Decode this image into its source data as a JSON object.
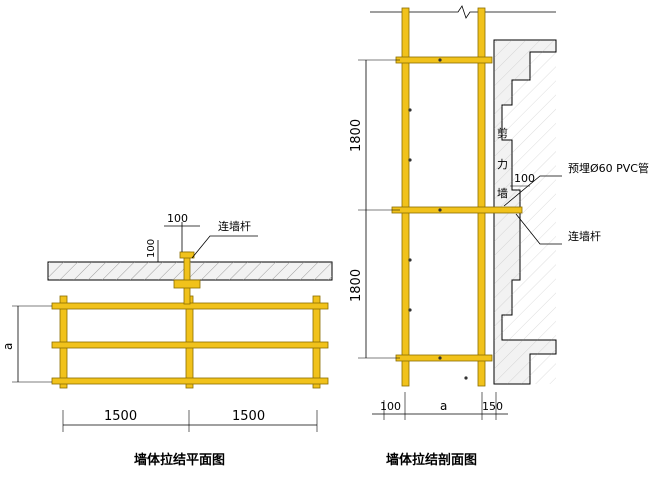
{
  "plan": {
    "title": "墙体拉结平面图",
    "label_tie": "连墙杆",
    "dim_100_top": "100",
    "dim_100_side": "100",
    "dim_a": "a",
    "dim_1500_left": "1500",
    "dim_1500_right": "1500"
  },
  "section": {
    "title": "墙体拉结剖面图",
    "dim_1800_upper": "1800",
    "dim_1800_lower": "1800",
    "wall_char_1": "剪",
    "wall_char_2": "力",
    "wall_char_3": "墙",
    "label_pvc": "预埋Ø60 PVC管",
    "label_tie": "连墙杆",
    "dim_100_right": "100",
    "dim_100_bottom": "100",
    "dim_a": "a",
    "dim_150": "150"
  },
  "colors": {
    "tube_fill": "#f1c21b",
    "tube_stroke": "#8a6d00",
    "wall_fill": "#f2f2f2",
    "line": "#000000"
  }
}
